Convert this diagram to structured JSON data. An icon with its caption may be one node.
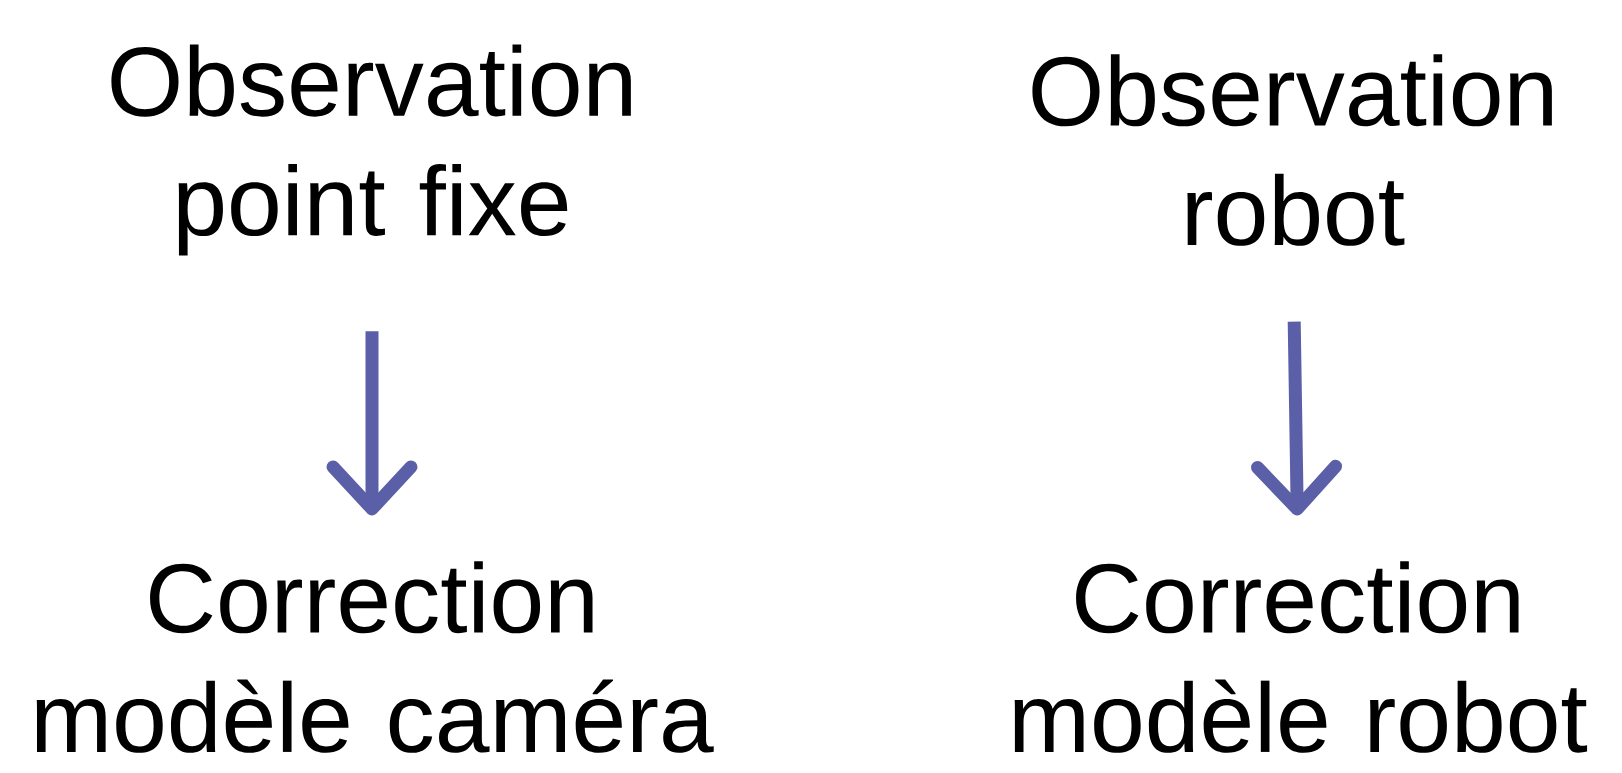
{
  "diagram": {
    "nodes": [
      {
        "text": [
          "Observation point fixe"
        ]
      },
      {
        "text": [
          "Correction modèle caméra"
        ]
      },
      {
        "text": [
          "Observation robot"
        ]
      },
      {
        "text": [
          "Correction modèle robot"
        ]
      }
    ],
    "edges": [
      {
        "from": 0,
        "to": 1,
        "arrow": "to"
      },
      {
        "from": 2,
        "to": 3,
        "arrow": "to"
      }
    ]
  }
}
